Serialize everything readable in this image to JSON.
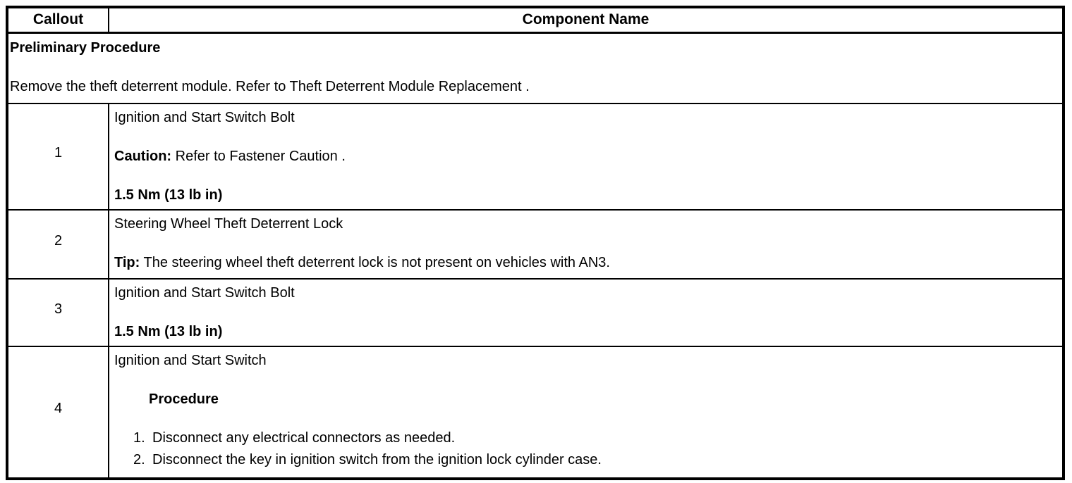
{
  "table": {
    "header": {
      "callout": "Callout",
      "component": "Component Name"
    },
    "preliminary": {
      "title": "Preliminary Procedure",
      "text": "Remove the theft deterrent module. Refer to Theft Deterrent Module Replacement ."
    },
    "rows": [
      {
        "callout": "1",
        "height_class": "h-150",
        "content": [
          {
            "type": "plain",
            "text": "Ignition and Start Switch Bolt"
          },
          {
            "type": "labeled",
            "label": "Caution:",
            "text": "Refer to Fastener Caution ."
          },
          {
            "type": "bold",
            "text": "1.5 Nm (13 lb in)"
          }
        ]
      },
      {
        "callout": "2",
        "height_class": "h-98",
        "content": [
          {
            "type": "plain",
            "text": "Steering Wheel Theft Deterrent Lock"
          },
          {
            "type": "labeled",
            "label": "Tip:",
            "text": "The steering wheel theft deterrent lock is not present on vehicles with AN3."
          }
        ]
      },
      {
        "callout": "3",
        "height_class": "h-95",
        "content": [
          {
            "type": "plain",
            "text": "Ignition and Start Switch Bolt"
          },
          {
            "type": "bold",
            "text": "1.5 Nm (13 lb in)"
          }
        ]
      },
      {
        "callout": "4",
        "height_class": "h-188",
        "content": [
          {
            "type": "plain",
            "text": "Ignition and Start Switch"
          },
          {
            "type": "heading",
            "text": "Procedure"
          },
          {
            "type": "list",
            "items": [
              "Disconnect any electrical connectors as needed.",
              "Disconnect the key in ignition switch from the ignition lock cylinder case."
            ]
          }
        ]
      }
    ]
  }
}
